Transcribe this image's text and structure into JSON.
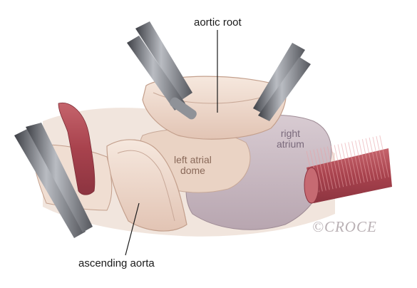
{
  "labels": {
    "aortic_root": "aortic root",
    "left_atrial_dome": "left atrial\ndome",
    "right_atrium": "right\natrium",
    "ascending_aorta": "ascending aorta"
  },
  "signature": "©CROCE",
  "colors": {
    "tissue": "#f1ddd0",
    "tissue_shadow": "#d9bcae",
    "atrium": "#cbbcc4",
    "vessel": "#b5525c",
    "clamp_metal": "#6d6f75"
  }
}
